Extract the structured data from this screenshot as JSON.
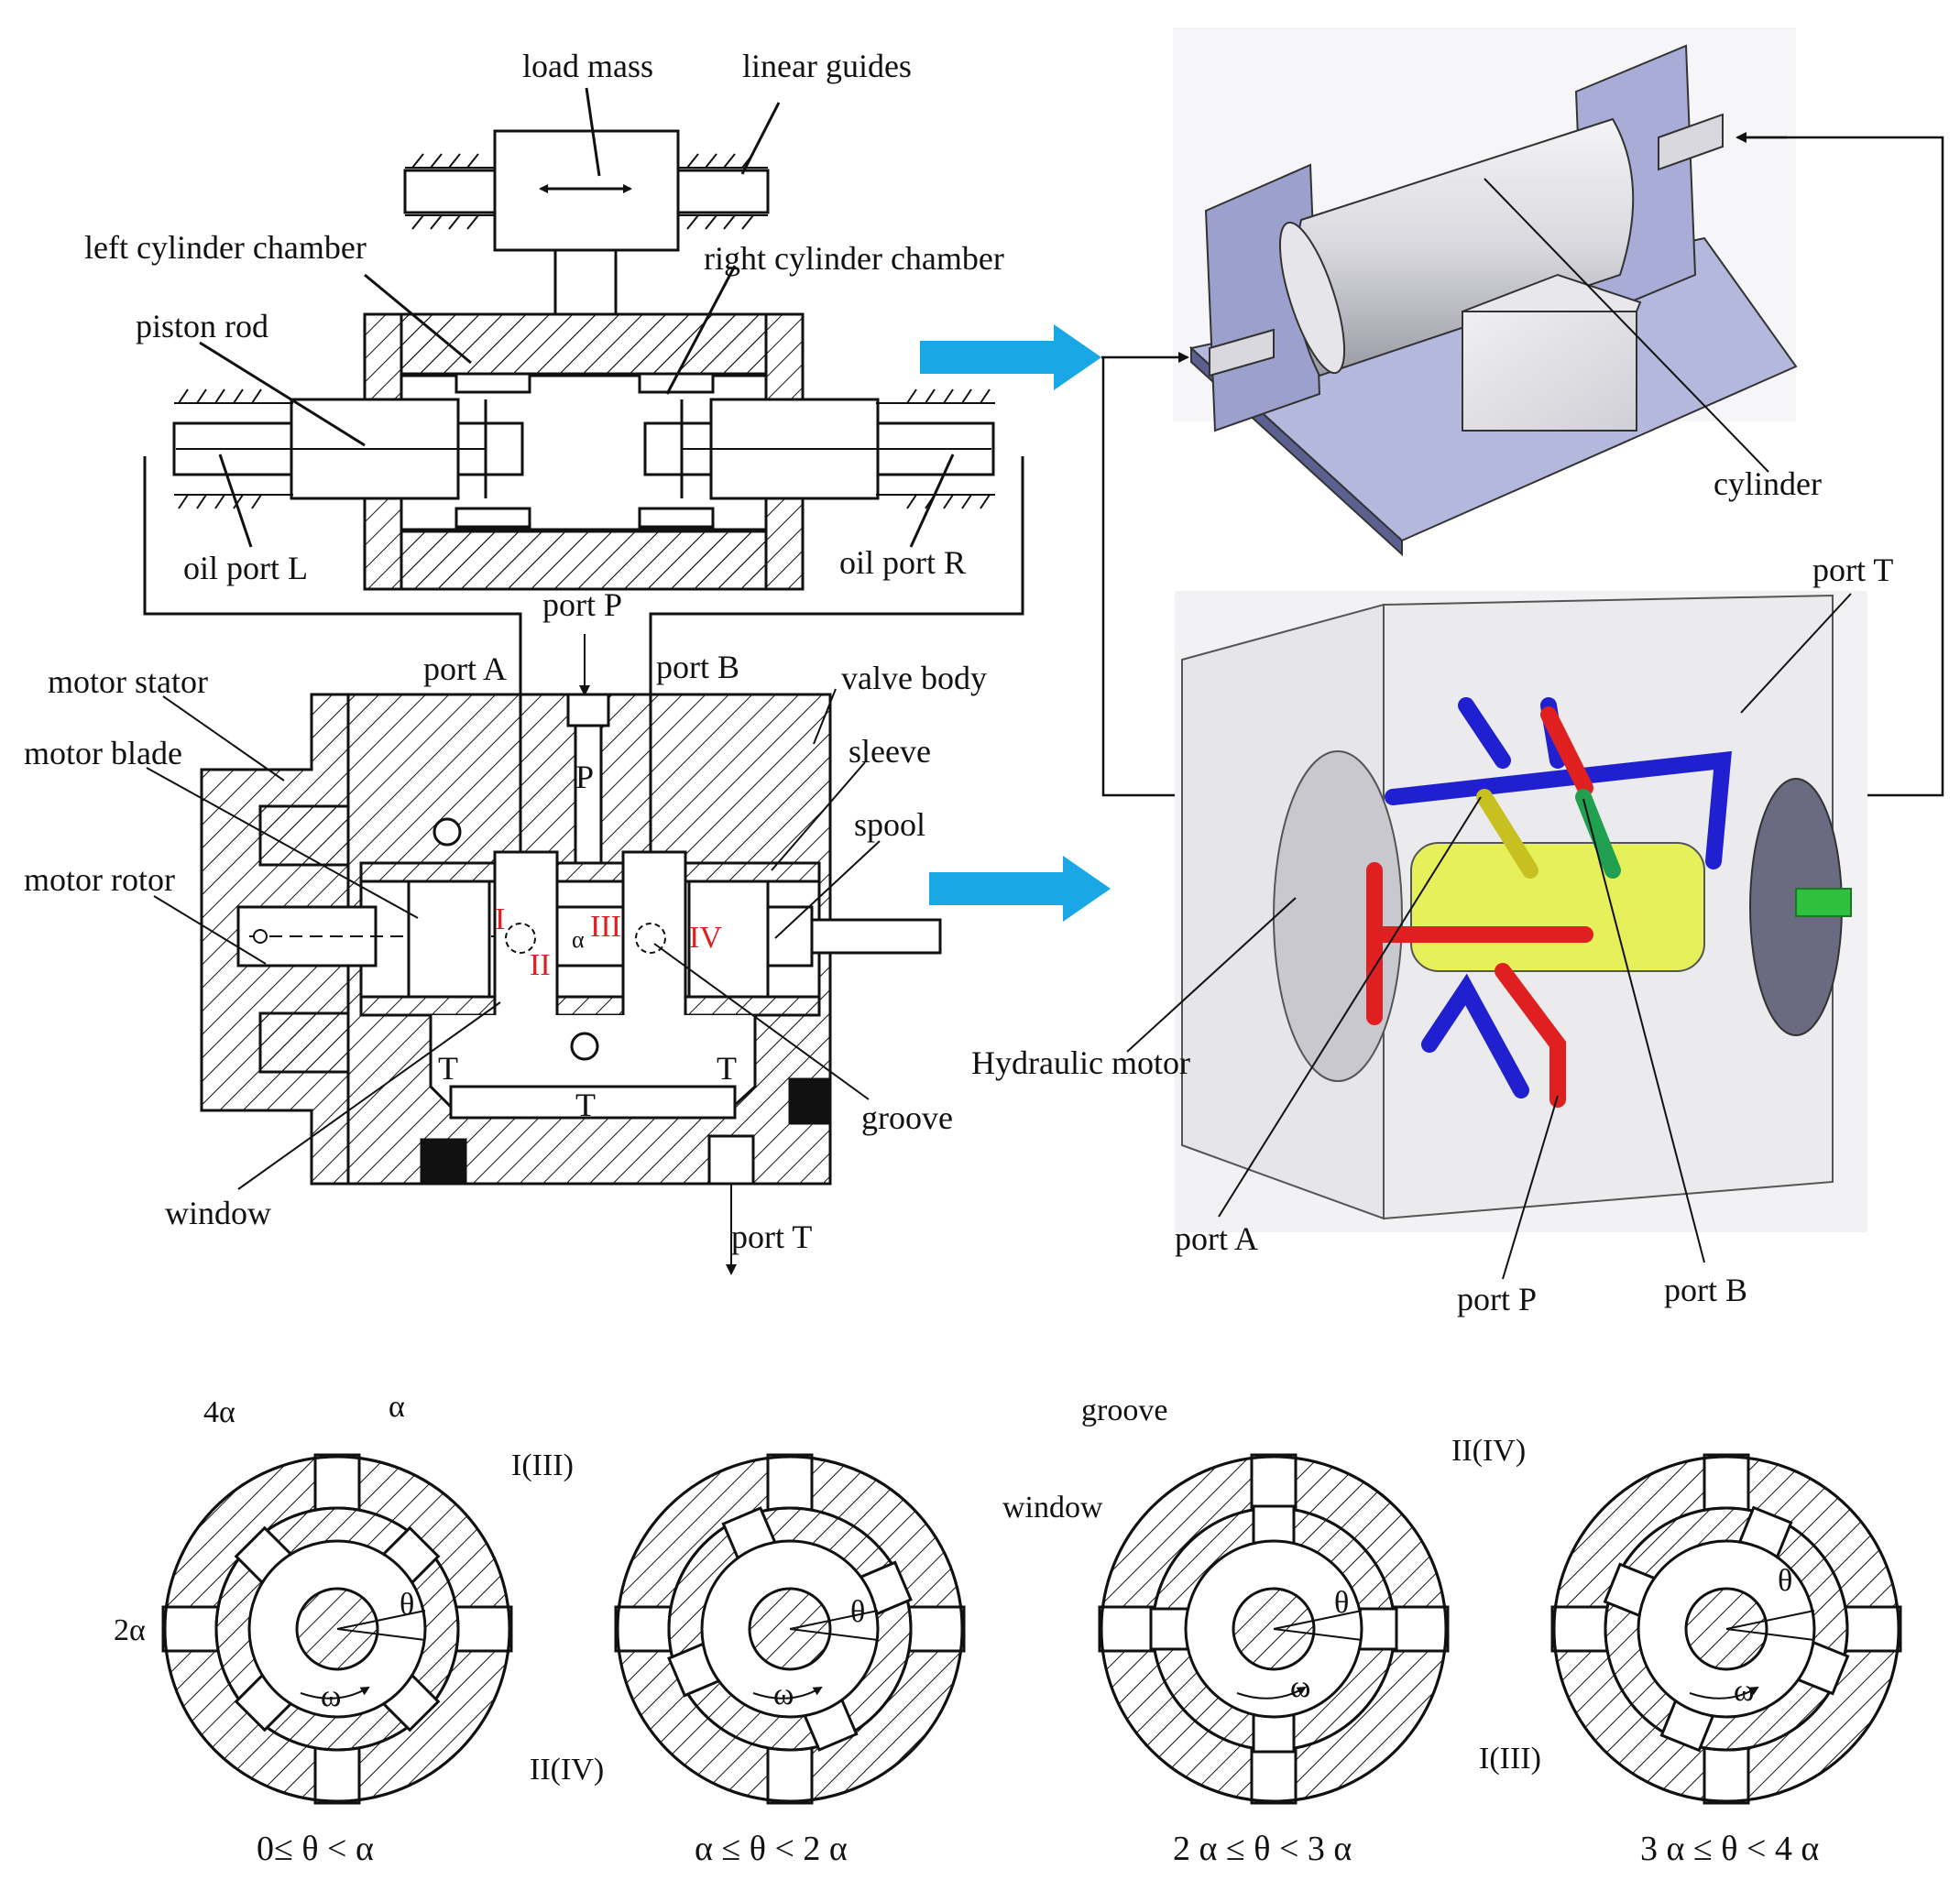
{
  "colors": {
    "line": "#111111",
    "roman_numerals": "#e02020",
    "flow_arrow": "#1aa7e6",
    "port_t_pipe": "#2020d0",
    "port_p_pipe": "#e02020",
    "port_a_pipe": "#c8c020",
    "port_b_pipe": "#20a050",
    "spool_3d": "#e6f05a",
    "plate_3d": "#aab0d8"
  },
  "cylinder_section": {
    "load_mass": "load mass",
    "linear_guides": "linear guides",
    "left_cylinder_chamber": "left cylinder chamber",
    "right_cylinder_chamber": "right cylinder chamber",
    "piston_rod": "piston rod",
    "oil_port_l": "oil port L",
    "oil_port_r": "oil port R"
  },
  "valve_section": {
    "port_p": "port P",
    "port_a": "port A",
    "port_b": "port B",
    "port_t": "port T",
    "motor_stator": "motor stator",
    "motor_blade": "motor blade",
    "motor_rotor": "motor rotor",
    "valve_body": "valve body",
    "sleeve": "sleeve",
    "spool": "spool",
    "groove": "groove",
    "window": "window",
    "p_mark": "P",
    "t_mark": "T",
    "roman_1": "I",
    "roman_2": "II",
    "roman_3": "III",
    "roman_4": "IV",
    "alpha_small": "α"
  },
  "model_3d": {
    "cylinder": "cylinder",
    "port_t": "port T",
    "hydraulic_motor": "Hydraulic motor",
    "port_a": "port A",
    "port_p": "port P",
    "port_b": "port B"
  },
  "cross_sections": {
    "sec1": {
      "label_4a": "4α",
      "label_a": "α",
      "label_i_iii": "I(III)",
      "label_2a": "2α",
      "label_theta": "θ",
      "label_omega": "ω",
      "label_ii_iv": "II(IV)",
      "caption": "0≤ θ < α"
    },
    "sec2": {
      "label_theta": "θ",
      "label_omega": "ω",
      "caption": "α ≤ θ < 2 α"
    },
    "sec3": {
      "label_groove": "groove",
      "label_window": "window",
      "label_ii_iv": "II(IV)",
      "label_theta": "θ",
      "label_omega": "ω",
      "label_i_iii": "I(III)",
      "caption": "2 α ≤ θ < 3 α"
    },
    "sec4": {
      "label_theta": "θ",
      "label_omega": "ω",
      "caption": "3 α ≤ θ < 4 α"
    }
  }
}
